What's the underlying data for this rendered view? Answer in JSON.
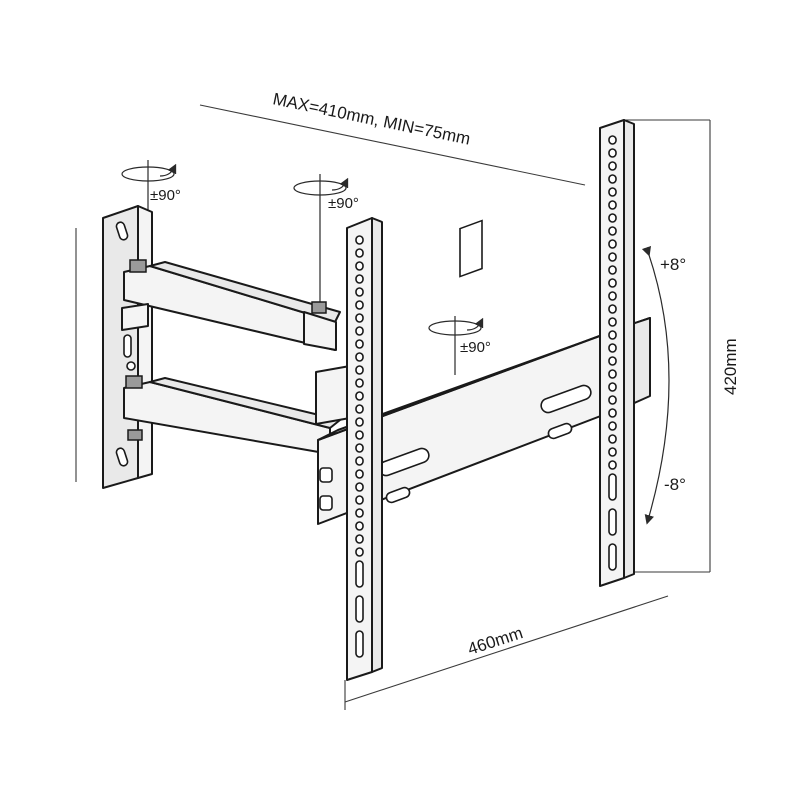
{
  "dimensions": {
    "vesa": "MAX=410mm, MIN=75mm",
    "height": "420mm",
    "width": "460mm"
  },
  "rotation_labels": {
    "wall_swivel": "±90°",
    "arm_swivel": "±90°",
    "head_swivel": "±90°"
  },
  "tilt": {
    "up": "+8°",
    "down": "-8°"
  }
}
